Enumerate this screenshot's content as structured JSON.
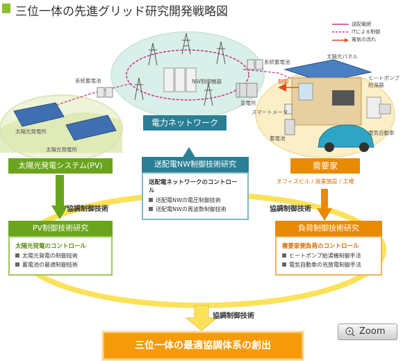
{
  "title": "三位一体の先進グリッド研究開発戦略図",
  "legend": {
    "items": [
      {
        "label": "送配電網",
        "color": "#d0308a"
      },
      {
        "label": "ITによる制御",
        "color": "#d0308a"
      },
      {
        "label": "電気の流れ",
        "color": "#e14d14"
      }
    ]
  },
  "diagram_labels": {
    "nw_control_device": "NW制御機器",
    "grid_battery_left": "系統蓄電池",
    "grid_battery_right": "系統蓄電池",
    "substation": "変電所",
    "smart_meter": "スマートメータ",
    "pv_panel": "太陽光パネル",
    "heatpump": "ヒートポンプ\n給湯器",
    "control": "制御",
    "battery": "蓄電池",
    "ev": "電気自動車",
    "pv_plant_1": "太陽光発電所",
    "pv_plant_2": "太陽光発電所"
  },
  "nodes": {
    "power_network": "電力ネットワーク",
    "pv_system": "太陽光発電システム(PV)",
    "demand": "需要家",
    "demand_sub": "オフィスビル / 商業施設 / 工場"
  },
  "research_boxes": {
    "nw": {
      "title": "送配電NW制御技術研究",
      "subtitle": "送配電ネットワークのコントロール",
      "items": [
        "送配電NWの電圧制御技術",
        "送配電NWの周波数制御技術"
      ]
    },
    "pv": {
      "title": "PV制御技術研究",
      "subtitle": "太陽光発電のコントロール",
      "items": [
        "太陽光発電の制御技術",
        "蓄電池の最適制御技術"
      ]
    },
    "load": {
      "title": "負荷制御技術研究",
      "subtitle": "需要家側負荷のコントロール",
      "items": [
        "ヒートポンプ給湯機制御手法",
        "電気自動車の充放電制御手法"
      ]
    }
  },
  "coordination": {
    "left": "協調制御技術",
    "right": "協調制御技術",
    "bottom": "協調制御技術"
  },
  "outcome": "三位一体の最適協調体系の創出",
  "zoom": {
    "label": "Zoom"
  }
}
